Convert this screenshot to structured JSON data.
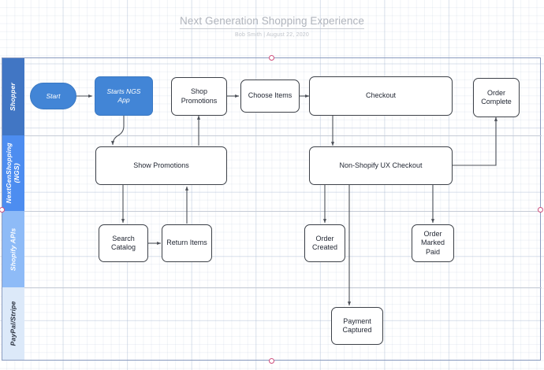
{
  "document": {
    "title": "Next Generation Shopping Experience",
    "subtitle": "Bob Smith  |  August 22, 2020"
  },
  "canvas": {
    "grid": "on",
    "accent_color": "#4285d6",
    "selection_handle_color": "#d0507e",
    "node_border_color": "#3d4148"
  },
  "lanes": [
    {
      "label": "Shopper",
      "color": "#4176c4",
      "text_color": "#ffffff"
    },
    {
      "label": "NextGenShopping\n(NGS)",
      "color": "#4d8df0",
      "text_color": "#ffffff"
    },
    {
      "label": "Shopify APIs",
      "color": "#8ebbf7",
      "text_color": "#ffffff"
    },
    {
      "label": "PayPal/Stripe",
      "color": "#dce9f9",
      "text_color": "#2b3240"
    }
  ],
  "nodes": [
    {
      "id": "start",
      "label": "Start",
      "lane": "Shopper",
      "shape": "pill",
      "fill": "blue"
    },
    {
      "id": "starts-ngs-app",
      "label": "Starts NGS\nApp",
      "lane": "Shopper",
      "shape": "rounded",
      "fill": "blue"
    },
    {
      "id": "shop-promotions",
      "label": "Shop\nPromotions",
      "lane": "Shopper",
      "shape": "rounded",
      "fill": "white"
    },
    {
      "id": "choose-items",
      "label": "Choose Items",
      "lane": "Shopper",
      "shape": "rounded",
      "fill": "white"
    },
    {
      "id": "checkout",
      "label": "Checkout",
      "lane": "Shopper",
      "shape": "rounded",
      "fill": "white"
    },
    {
      "id": "order-complete",
      "label": "Order\nComplete",
      "lane": "Shopper",
      "shape": "rounded",
      "fill": "white"
    },
    {
      "id": "show-promotions",
      "label": "Show Promotions",
      "lane": "NextGenShopping",
      "shape": "rounded",
      "fill": "white"
    },
    {
      "id": "ngs-checkout",
      "label": "Non-Shopify UX Checkout",
      "lane": "NextGenShopping",
      "shape": "rounded",
      "fill": "white"
    },
    {
      "id": "search-catalog",
      "label": "Search\nCatalog",
      "lane": "Shopify APIs",
      "shape": "rounded",
      "fill": "white"
    },
    {
      "id": "return-items",
      "label": "Return Items",
      "lane": "Shopify APIs",
      "shape": "rounded",
      "fill": "white"
    },
    {
      "id": "order-created",
      "label": "Order\nCreated",
      "lane": "Shopify APIs",
      "shape": "rounded",
      "fill": "white"
    },
    {
      "id": "order-marked-paid",
      "label": "Order\nMarked\nPaid",
      "lane": "Shopify APIs",
      "shape": "rounded",
      "fill": "white"
    },
    {
      "id": "payment-captured",
      "label": "Payment\nCaptured",
      "lane": "PayPal/Stripe",
      "shape": "rounded",
      "fill": "white"
    }
  ],
  "edges": [
    {
      "from": "start",
      "to": "starts-ngs-app"
    },
    {
      "from": "starts-ngs-app",
      "to": "show-promotions"
    },
    {
      "from": "show-promotions",
      "to": "shop-promotions"
    },
    {
      "from": "show-promotions",
      "to": "search-catalog"
    },
    {
      "from": "search-catalog",
      "to": "return-items"
    },
    {
      "from": "return-items",
      "to": "show-promotions"
    },
    {
      "from": "shop-promotions",
      "to": "choose-items"
    },
    {
      "from": "choose-items",
      "to": "checkout"
    },
    {
      "from": "checkout",
      "to": "ngs-checkout"
    },
    {
      "from": "ngs-checkout",
      "to": "order-created"
    },
    {
      "from": "ngs-checkout",
      "to": "order-marked-paid"
    },
    {
      "from": "ngs-checkout",
      "to": "payment-captured"
    },
    {
      "from": "ngs-checkout",
      "to": "order-complete"
    }
  ]
}
